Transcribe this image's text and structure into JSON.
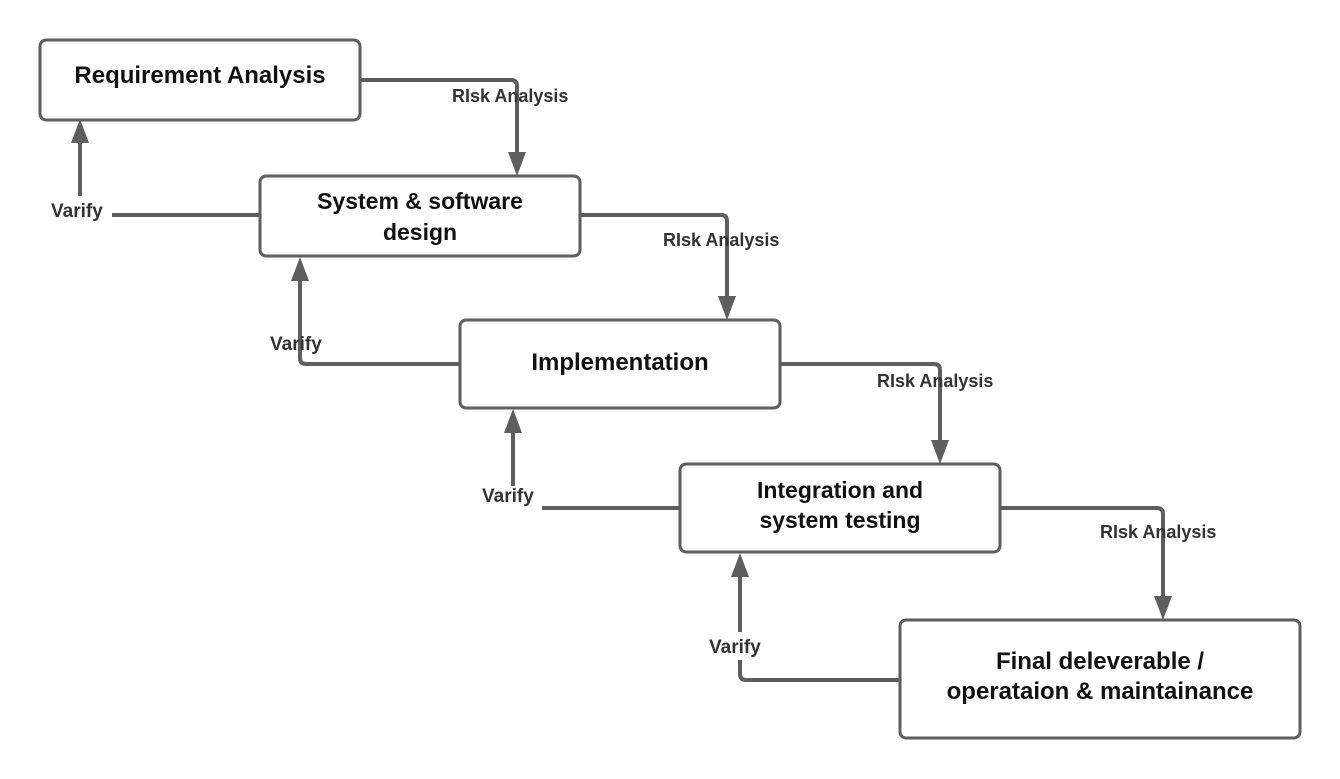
{
  "stages": [
    {
      "id": "requirement",
      "lines": [
        "Requirement Analysis"
      ]
    },
    {
      "id": "design",
      "lines": [
        "System & software",
        "design"
      ]
    },
    {
      "id": "implementation",
      "lines": [
        "Implementation"
      ]
    },
    {
      "id": "integration",
      "lines": [
        "Integration and",
        "system testing"
      ]
    },
    {
      "id": "deliverable",
      "lines": [
        "Final deleverable /",
        "operataion & maintainance"
      ]
    }
  ],
  "forward_edges": [
    {
      "from": "requirement",
      "to": "design",
      "label": "RIsk Analysis"
    },
    {
      "from": "design",
      "to": "implementation",
      "label": "RIsk Analysis"
    },
    {
      "from": "implementation",
      "to": "integration",
      "label": "RIsk Analysis"
    },
    {
      "from": "integration",
      "to": "deliverable",
      "label": "RIsk Analysis"
    }
  ],
  "back_edges": [
    {
      "from": "design",
      "to": "requirement",
      "label": "Varify"
    },
    {
      "from": "implementation",
      "to": "design",
      "label": "Varify"
    },
    {
      "from": "integration",
      "to": "implementation",
      "label": "Varify"
    },
    {
      "from": "deliverable",
      "to": "integration",
      "label": "Varify"
    }
  ],
  "colors": {
    "line": "#5e5e5e",
    "box_fill": "#ffffff",
    "text": "#111111",
    "edge_text": "#333333"
  }
}
